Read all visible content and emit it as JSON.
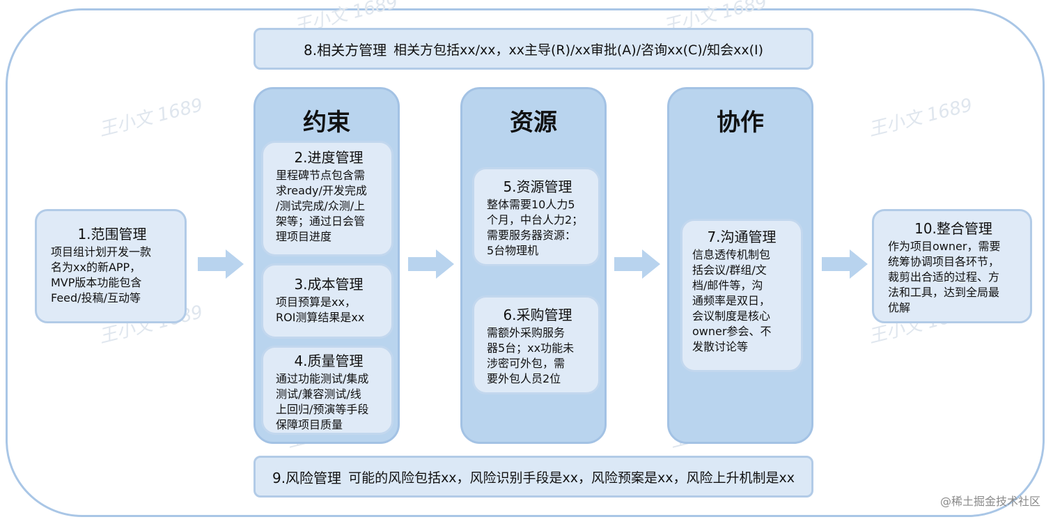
{
  "stakeholder": {
    "title": "8.相关方管理",
    "body": "相关方包括xx/xx，xx主导(R)/xx审批(A)/咨询xx(C)/知会xx(I)"
  },
  "risk": {
    "title": "9.风险管理",
    "body": "可能的风险包括xx，风险识别手段是xx，风险预案是xx，风险上升机制是xx"
  },
  "scope": {
    "title": "1.范围管理",
    "lines": [
      "项目组计划开发一款",
      "名为xx的新APP，",
      "MVP版本功能包含",
      "Feed/投稿/互动等"
    ]
  },
  "integration": {
    "title": "10.整合管理",
    "lines": [
      "作为项目owner，需要",
      "统筹协调项目各环节，",
      "裁剪出合适的过程、方",
      "法和工具，达到全局最",
      "优解"
    ]
  },
  "columns": [
    {
      "header": "约束",
      "cards": [
        {
          "title": "2.进度管理",
          "lines": [
            "里程碑节点包含需",
            "求ready/开发完成",
            "/测试完成/众测/上",
            "架等；通过日会管",
            "理项目进度"
          ]
        },
        {
          "title": "3.成本管理",
          "lines": [
            "项目预算是xx，",
            "ROI测算结果是xx"
          ]
        },
        {
          "title": "4.质量管理",
          "lines": [
            "通过功能测试/集成",
            "测试/兼容测试/线",
            "上回归/预演等手段",
            "保障项目质量"
          ]
        }
      ]
    },
    {
      "header": "资源",
      "cards": [
        {
          "title": "5.资源管理",
          "lines": [
            "整体需要10人力5",
            "个月，中台人力2；",
            "需要服务器资源：",
            "5台物理机"
          ]
        },
        {
          "title": "6.采购管理",
          "lines": [
            "需额外采购服务",
            "器5台；xx功能未",
            "涉密可外包，需",
            "要外包人员2位"
          ]
        }
      ]
    },
    {
      "header": "协作",
      "cards": [
        {
          "title": "7.沟通管理",
          "lines": [
            "信息透传机制包",
            "括会议/群组/文",
            "档/邮件等，沟",
            "通频率是双日，",
            "会议制度是核心",
            "owner参会、不",
            "发散讨论等"
          ]
        }
      ]
    }
  ],
  "watermark": "王小文 1689",
  "credit": "@稀土掘金技术社区",
  "colors": {
    "frame_border": "#a9c6e6",
    "column_fill": "#b9d4ee",
    "card_fill": "#dfeaf7",
    "arrow_fill": "#b8d3ee"
  }
}
